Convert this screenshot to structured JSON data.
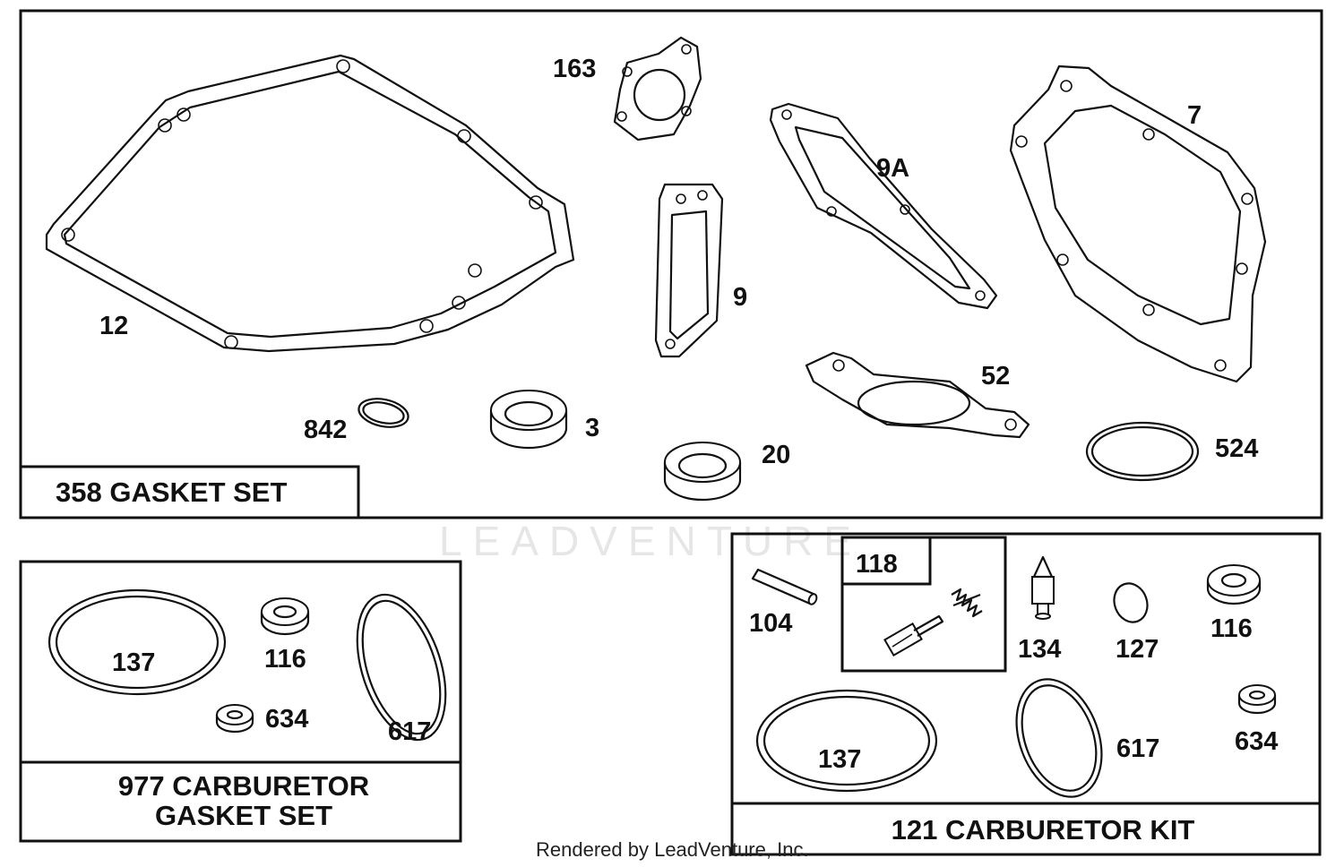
{
  "watermark": "LEADVENTURE",
  "footer": "Rendered by LeadVenture, Inc.",
  "sections": {
    "gasket_set": {
      "title": "358 GASKET SET",
      "callouts": [
        "12",
        "163",
        "9",
        "9A",
        "7",
        "52",
        "842",
        "3",
        "20",
        "524"
      ]
    },
    "carb_gasket_set": {
      "title_line1": "977 CARBURETOR",
      "title_line2": "GASKET SET",
      "callouts": [
        "137",
        "116",
        "634",
        "617"
      ]
    },
    "carb_kit": {
      "title": "121 CARBURETOR KIT",
      "subkit": "118",
      "callouts": [
        "104",
        "134",
        "127",
        "116",
        "137",
        "617",
        "634"
      ]
    }
  }
}
